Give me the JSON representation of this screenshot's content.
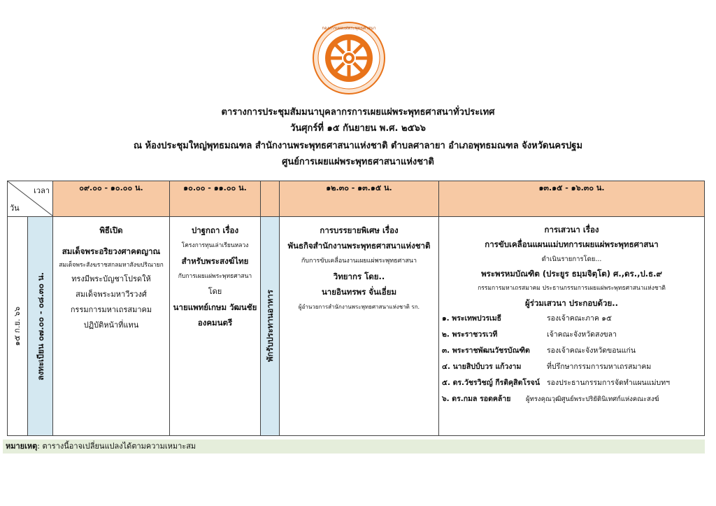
{
  "logo": {
    "icon": "dharma-wheel-logo",
    "text": "กองการเผยแผ่พระพุทธศาสนา",
    "color": "#e8731a"
  },
  "header": {
    "line1": "ตารางการประชุมสัมมนาบุคลากรการเผยแผ่พระพุทธศาสนาทั่วประเทศ",
    "line2": "วันศุกร์ที่ ๑๕ กันยายน พ.ศ. ๒๕๖๖",
    "line3": "ณ ห้องประชุมใหญ่พุทธมณฑล  สำนักงานพระพุทธศาสนาแห่งชาติ  ตำบลศาลายา  อำเภอพุทธมณฑล  จังหวัดนครปฐม",
    "line4": "ศูนย์การเผยแผ่พระพุทธศาสนาแห่งชาติ"
  },
  "table": {
    "corner": {
      "time_label": "เวลา",
      "day_label": "วัน"
    },
    "slots": [
      "๐๙.๐๐ - ๑๐.๐๐ น.",
      "๑๐.๐๐ - ๑๑.๐๐ น.",
      "๑๒.๓๐ - ๑๓.๑๕ น.",
      "๑๓.๑๕ - ๑๖.๓๐ น."
    ],
    "day": "๑๕ ก.ย. ๖๖",
    "registration": "ลงทะเบียน ๐๗.๐๐ - ๐๘.๓๐ น.",
    "lunch": "พักรับประทานอาหาร",
    "c1": {
      "title": "พิธีเปิด",
      "name": "สมเด็จพระอริยวงศาคตญาณ",
      "sub": "สมเด็จพระสังฆราชสกลมหาสังฆปริณายก",
      "l1": "ทรงมีพระบัญชาโปรดให้",
      "l2": "สมเด็จพระมหาวีรวงศ์",
      "l3": "กรรมการมหาเถรสมาคม",
      "l4": "ปฏิบัติหน้าที่แทน"
    },
    "c2": {
      "title": "ปาฐกถา เรื่อง",
      "s1": "โครงการทุนเล่าเรียนหลวง",
      "b1": "สำหรับพระสงฆ์ไทย",
      "s2": "กับการเผยแผ่พระพุทธศาสนา",
      "by": "โดย",
      "n1": "นายแพทย์เกษม  วัฒนชัย",
      "n2": "องคมนตรี"
    },
    "c3": {
      "title": "การบรรยายพิเศษ เรื่อง",
      "b1": "พันธกิจสำนักงานพระพุทธศาสนาแห่งชาติ",
      "s1": "กับการขับเคลื่อนงานเผยแผ่พระพุทธศาสนา",
      "b2": "วิทยากร โดย..",
      "b3": "นายอินทรพร จั่นเอี่ยม",
      "s2": "ผู้อำนวยการสำนักงานพระพุทธศาสนาแห่งชาติ รก."
    },
    "c4": {
      "title": "การเสวนา เรื่อง",
      "b1": "การขับเคลื่อนแผนแม่บทการเผยแผ่พระพุทธศาสนา",
      "s1": "ดำเนินรายการโดย...",
      "b2": "พระพรหมบัณฑิต (ประยูร ธมฺมจิตฺโต) ศ.,ดร.,ป.ธ.๙",
      "s2": "กรรมการมหาเถรสมาคม ประธานกรรมการเผยแผ่พระพุทธศาสนาแห่งชาติ",
      "b3": "ผู้ร่วมเสวนา ประกอบด้วย..",
      "panel": [
        {
          "name": "๑. พระเทพปวรเมธี",
          "role": "รองเจ้าคณะภาค ๑๕"
        },
        {
          "name": "๒. พระราชวรเวที",
          "role": "เจ้าคณะจังหวัดสงขลา"
        },
        {
          "name": "๓. พระราชพัฒนวัชรบัณฑิต",
          "role": "รองเจ้าคณะจังหวัดขอนแก่น"
        },
        {
          "name": "๔. นายสิปป์บวร  แก้วงาม",
          "role": "ที่ปรึกษากรรมการมหาเถรสมาคม"
        },
        {
          "name": "๕. ดร.วัชรวิชญ์  กีรติคุสิตโรจน์",
          "role": "รองประธานกรรมการจัดทำแผนแม่บทฯ"
        },
        {
          "name": "๖. ดร.กมล รอดคล้าย",
          "role": "ผู้ทรงคุณวุฒิศูนย์พระปริยัตินิเทศก์แห่งคณะสงฆ์"
        }
      ]
    }
  },
  "note": {
    "label": "หมายเหตุ",
    "text": ": ตารางนี้อาจเปลี่ยนแปลงได้ตามความเหมาะสม"
  },
  "colors": {
    "header_bg": "#f7c9a4",
    "registration_bg": "#d4e8f1",
    "note_bg": "#e5eedb"
  }
}
